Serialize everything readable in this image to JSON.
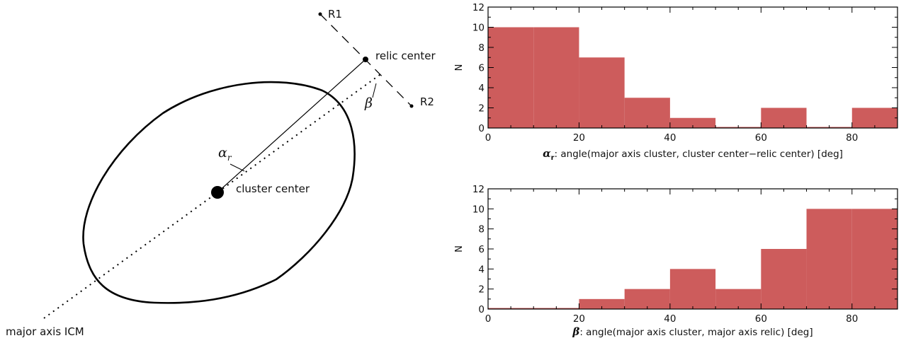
{
  "diagram": {
    "labels": {
      "r1": "R1",
      "r2": "R2",
      "relic_center": "relic center",
      "cluster_center": "cluster center",
      "major_axis": "major axis ICM",
      "alpha_symbol": "α",
      "alpha_sub": "r",
      "beta_symbol": "β"
    }
  },
  "chart_data": [
    {
      "type": "bar",
      "bin_edges": [
        0,
        10,
        20,
        30,
        40,
        50,
        60,
        70,
        80,
        90
      ],
      "values": [
        10,
        10,
        7,
        3,
        1,
        0,
        2,
        0,
        2
      ],
      "xlim": [
        0,
        90
      ],
      "ylim": [
        0,
        12
      ],
      "x_ticks": [
        0,
        20,
        40,
        60,
        80
      ],
      "y_ticks": [
        0,
        2,
        4,
        6,
        8,
        10,
        12
      ],
      "xlabel_symbol": "α",
      "xlabel_sub": "r",
      "xlabel_text": ":  angle(major axis cluster, cluster center−relic center)  [deg]",
      "ylabel": "N",
      "bar_color": "#cd5c5c"
    },
    {
      "type": "bar",
      "bin_edges": [
        0,
        10,
        20,
        30,
        40,
        50,
        60,
        70,
        80,
        90
      ],
      "values": [
        0,
        0,
        1,
        2,
        4,
        2,
        6,
        10,
        10
      ],
      "xlim": [
        0,
        90
      ],
      "ylim": [
        0,
        12
      ],
      "x_ticks": [
        0,
        20,
        40,
        60,
        80
      ],
      "y_ticks": [
        0,
        2,
        4,
        6,
        8,
        10,
        12
      ],
      "xlabel_symbol": "β",
      "xlabel_sub": "",
      "xlabel_text": ":  angle(major axis cluster, major axis relic)  [deg]",
      "ylabel": "N",
      "bar_color": "#cd5c5c"
    }
  ]
}
